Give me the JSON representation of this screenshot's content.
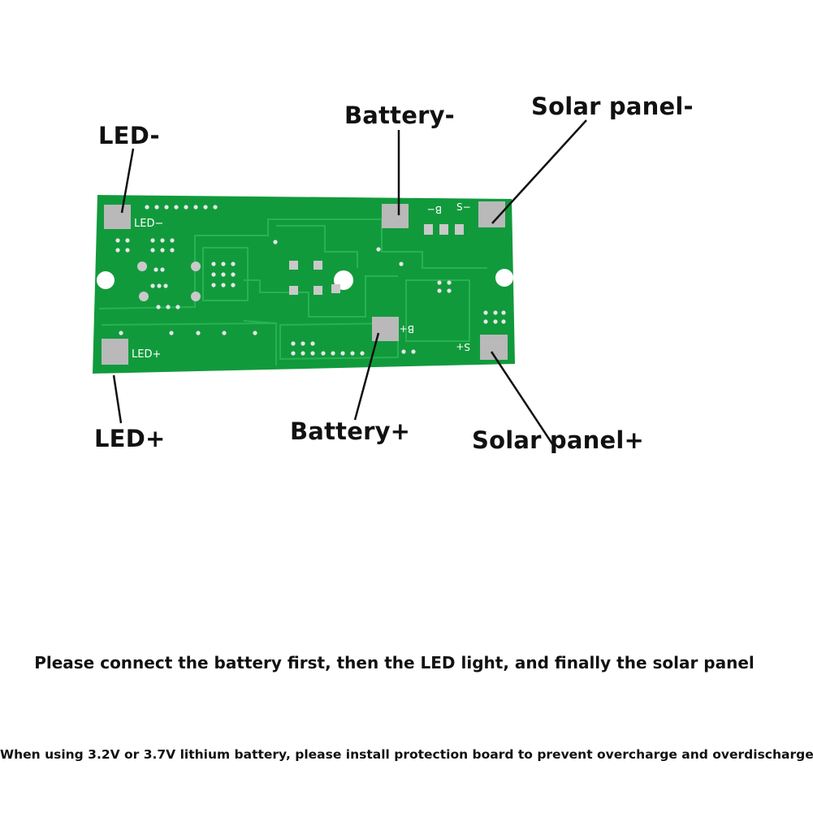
{
  "callouts": {
    "led_minus": "LED-",
    "battery_minus": "Battery-",
    "solar_minus": "Solar panel-",
    "led_plus": "LED+",
    "battery_plus": "Battery+",
    "solar_plus": "Solar panel+"
  },
  "silkscreen": {
    "led_minus": "LED−",
    "led_plus": "LED+",
    "b_minus": "B−",
    "s_minus": "S−",
    "b_plus": "B+",
    "s_plus": "S+"
  },
  "notes": {
    "connection_order": "Please connect the battery first, then the LED light, and finally the solar panel",
    "lithium_warning": "When using 3.2V or 3.7V lithium battery, please install protection board to prevent overcharge and overdischarge"
  },
  "colors": {
    "pcb": "#119a3c",
    "pcb_copper": "#15a845",
    "pad": "#b9b9b9",
    "silkscreen": "#ffffff"
  }
}
